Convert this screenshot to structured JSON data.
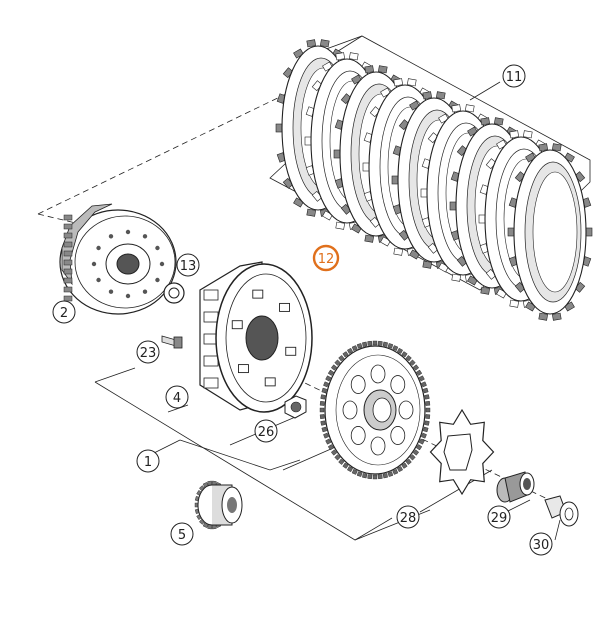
{
  "diagram": {
    "colors": {
      "line": "#222222",
      "part_fill": "#ffffff",
      "shade": "#d9d9d9",
      "dark": "#555555",
      "highlight": "#e0701c"
    },
    "callouts": {
      "c1": "1",
      "c2": "2",
      "c4": "4",
      "c5": "5",
      "c11": "11",
      "c12": "12",
      "c13": "13",
      "c23": "23",
      "c26": "26",
      "c28": "28",
      "c29": "29",
      "c30": "30"
    },
    "highlighted_callout": "12"
  }
}
